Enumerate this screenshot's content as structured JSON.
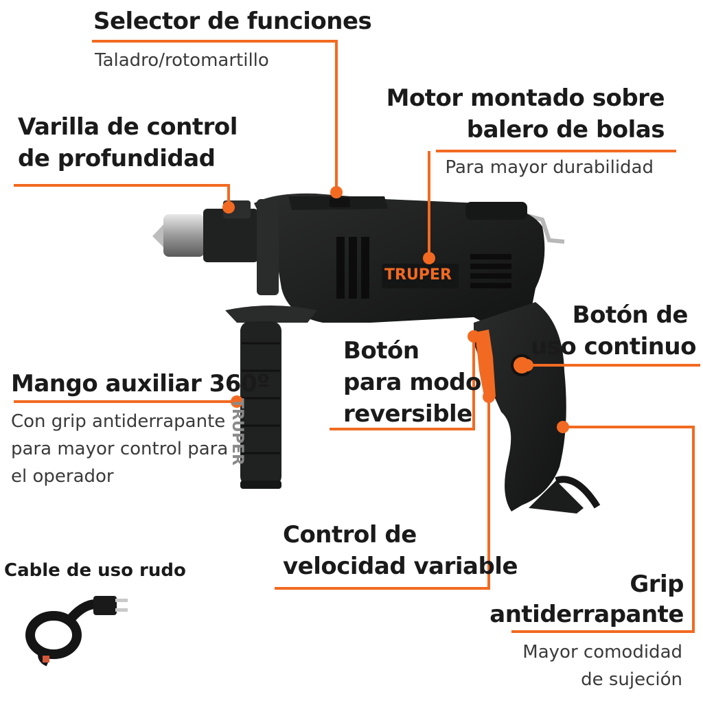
{
  "brand": {
    "name": "TRUPER",
    "accent_color": "#f26a21",
    "body_color": "#1e1f1f"
  },
  "callouts": {
    "selector": {
      "title": "Selector de funciones",
      "subtitle": "Taladro/rotomartillo"
    },
    "depth_rod": {
      "title_line1": "Varilla de control",
      "title_line2": "de profundidad"
    },
    "motor": {
      "title_line1": "Motor montado sobre",
      "title_line2": "balero de bolas",
      "subtitle": "Para mayor durabilidad"
    },
    "continuous": {
      "title_line1": "Botón de",
      "title_line2": "uso continuo"
    },
    "reverse": {
      "title_line1": "Botón",
      "title_line2": "para modo",
      "title_line3": "reversible"
    },
    "aux_handle": {
      "title": "Mango auxiliar 360º",
      "sub_line1": "Con grip antiderrapante",
      "sub_line2": "para mayor control para",
      "sub_line3": "el operador"
    },
    "cable": {
      "title": "Cable de uso rudo"
    },
    "speed": {
      "title_line1": "Control de",
      "title_line2": "velocidad variable"
    },
    "grip": {
      "title_line1": "Grip",
      "title_line2": "antiderrapante",
      "sub_line1": "Mayor comodidad",
      "sub_line2": "de sujeción"
    }
  }
}
